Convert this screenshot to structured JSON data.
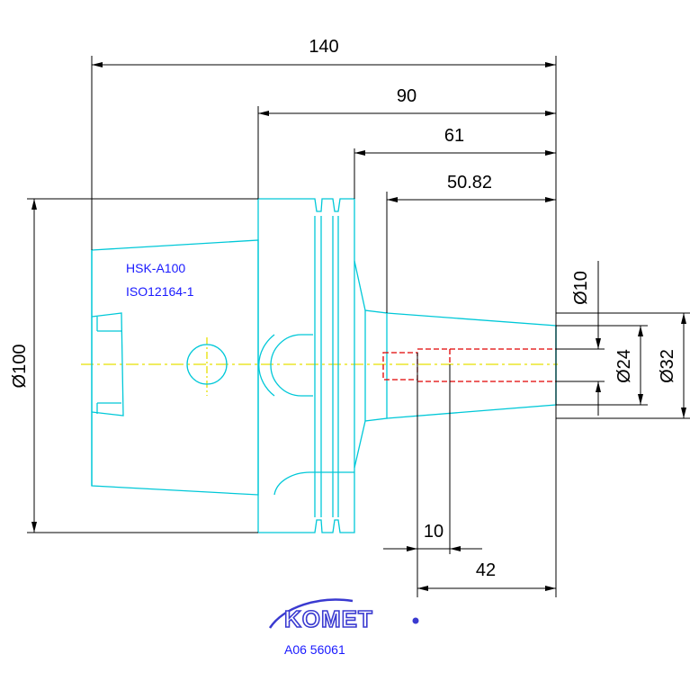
{
  "dimensions": {
    "overall_length": "140",
    "flange_length": "90",
    "collar_length": "61",
    "nose_length": "50.82",
    "inner_bore": "Ø10",
    "bore_diameter": "Ø24",
    "nose_diameter": "Ø32",
    "body_diameter": "Ø100",
    "bore_depth_step": "10",
    "bore_depth": "42"
  },
  "labels": {
    "taper_type": "HSK-A100",
    "standard": "ISO12164-1",
    "brand": "KOMET",
    "part_number": "A06 56061"
  },
  "colors": {
    "outline": "#00c8d8",
    "centerline": "#e8e000",
    "hidden": "#e00000",
    "dimension": "#000000",
    "label": "#1a1aff",
    "brand": "#3a3ad0"
  }
}
